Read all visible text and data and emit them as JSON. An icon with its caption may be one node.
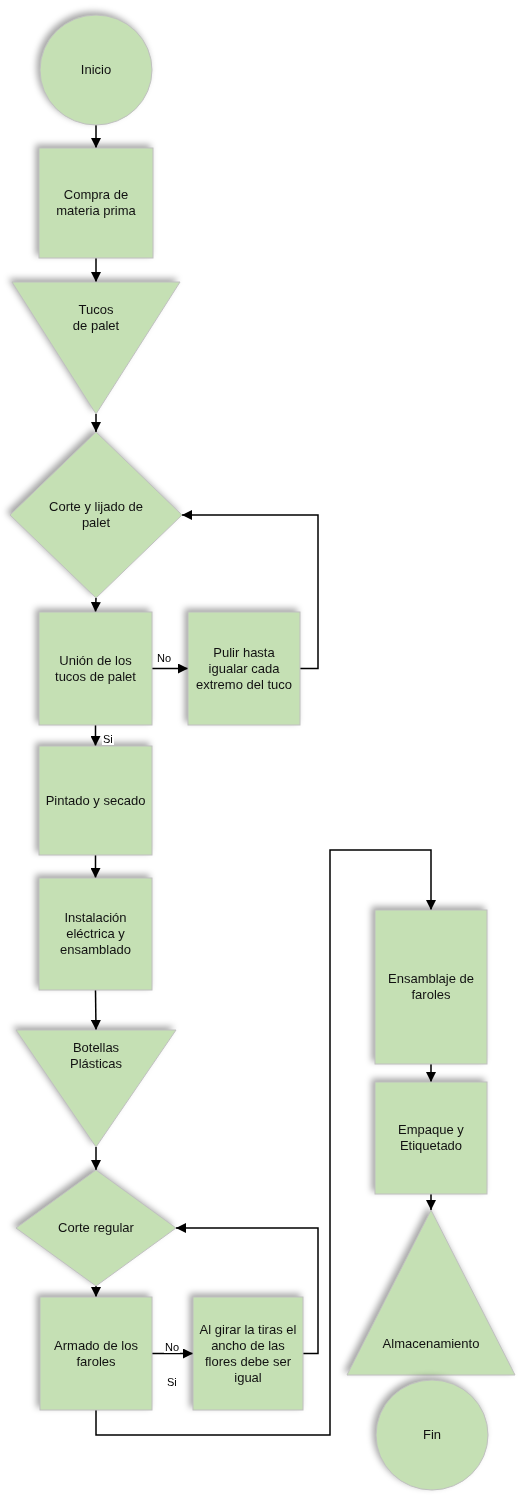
{
  "diagram": {
    "nodes": [
      {
        "text": [
          "Inicio"
        ]
      },
      {
        "text": [
          "Compra de materia prima"
        ]
      },
      {
        "text": [
          "Tucos de palet"
        ]
      },
      {
        "text": [
          "Corte y lijado de palet"
        ]
      },
      {
        "text": [
          "Unión de los tucos de palet"
        ]
      },
      {
        "text": [
          "Pulir hasta igualar cada extremo del tuco"
        ]
      },
      {
        "text": [
          "Pintado y secado"
        ]
      },
      {
        "text": [
          "Instalación eléctrica y ensamblado"
        ]
      },
      {
        "text": [
          "Botellas Plásticas"
        ]
      },
      {
        "text": [
          "Corte regular"
        ]
      },
      {
        "text": [
          "Armado de los faroles"
        ]
      },
      {
        "text": [
          "Al girar la tiras el ancho de las flores debe ser igual"
        ]
      },
      {
        "text": [
          "Ensamblaje de faroles"
        ]
      },
      {
        "text": [
          "Empaque y Etiquetado"
        ]
      },
      {
        "text": [
          "Almacenamiento"
        ]
      },
      {
        "text": [
          "Fin"
        ]
      }
    ],
    "edges": [
      {
        "from": 0,
        "to": 1,
        "arrow": "to"
      },
      {
        "from": 1,
        "to": 2,
        "arrow": "to"
      },
      {
        "from": 2,
        "to": 3,
        "arrow": "to"
      },
      {
        "from": 3,
        "to": 4,
        "arrow": "to"
      },
      {
        "from": 4,
        "to": 5,
        "arrow": "to",
        "label": "No"
      },
      {
        "from": 5,
        "to": 3,
        "arrow": "to"
      },
      {
        "from": 4,
        "to": 6,
        "arrow": "to",
        "label": "Si"
      },
      {
        "from": 6,
        "to": 7,
        "arrow": "to"
      },
      {
        "from": 7,
        "to": 8,
        "arrow": "to"
      },
      {
        "from": 8,
        "to": 9,
        "arrow": "to"
      },
      {
        "from": 9,
        "to": 10,
        "arrow": "to"
      },
      {
        "from": 10,
        "to": 11,
        "arrow": "to",
        "label": "No"
      },
      {
        "from": 11,
        "to": 9,
        "arrow": "to"
      },
      {
        "from": 10,
        "to": 12,
        "arrow": "to",
        "label": "Si"
      },
      {
        "from": 12,
        "to": 13,
        "arrow": "to"
      },
      {
        "from": 13,
        "to": 14,
        "arrow": "to"
      }
    ]
  }
}
